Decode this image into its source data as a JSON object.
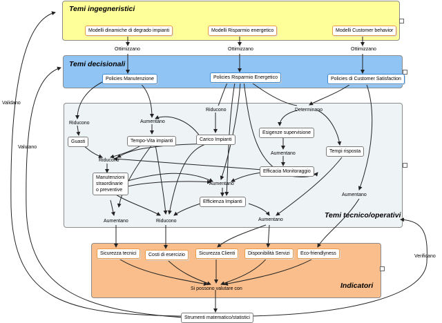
{
  "panels": {
    "ingegneristici": "Temi ingegneristici",
    "decisionali": "Temi decisionali",
    "tecnico": "Temi tecnico/operativi",
    "indicatori": "Indicatori"
  },
  "nodes": {
    "modelli_degrado": "Modelli dinamiche di degrado impianti",
    "modelli_risparmio": "Modelli Risparmio energetico",
    "modelli_customer": "Modelli Customer behavior",
    "policies_manutenzione": "Policies Manutenzione",
    "policies_risparmio": "Policies Risparmio Energetico",
    "policies_customer": "Policies di Customer Satisfaction",
    "guasti": "Guasti",
    "tempo_vita": "Tempo-Vita impianti",
    "carico": "Carico Impianti",
    "esigenze": "Esigenze supervisione",
    "tempi_risposta": "Tempi risposta",
    "efficacia": "Efficacia Monitoraggio",
    "manutenzioni": "Manutenzioni straordinarie o preventive",
    "efficienza": "Efficienza Impianti",
    "sicurezza_tecnici": "Sicurezza tecnici",
    "costi": "Costi di esercizio",
    "sicurezza_clienti": "Sicurezza Clienti",
    "disponibilita": "Disponibilità Servizi",
    "eco": "Eco-friendlyness",
    "strumenti": "Strumenti matematico/statistici"
  },
  "labels": {
    "ottimizzano": "Ottimizzano",
    "riducono": "Riducono",
    "aumentano": "Aumentano",
    "determinano": "Determinano",
    "valutare": "Si possono valutare con",
    "validano": "Validano",
    "valutano": "Valutano",
    "verificano": "Verificano"
  }
}
